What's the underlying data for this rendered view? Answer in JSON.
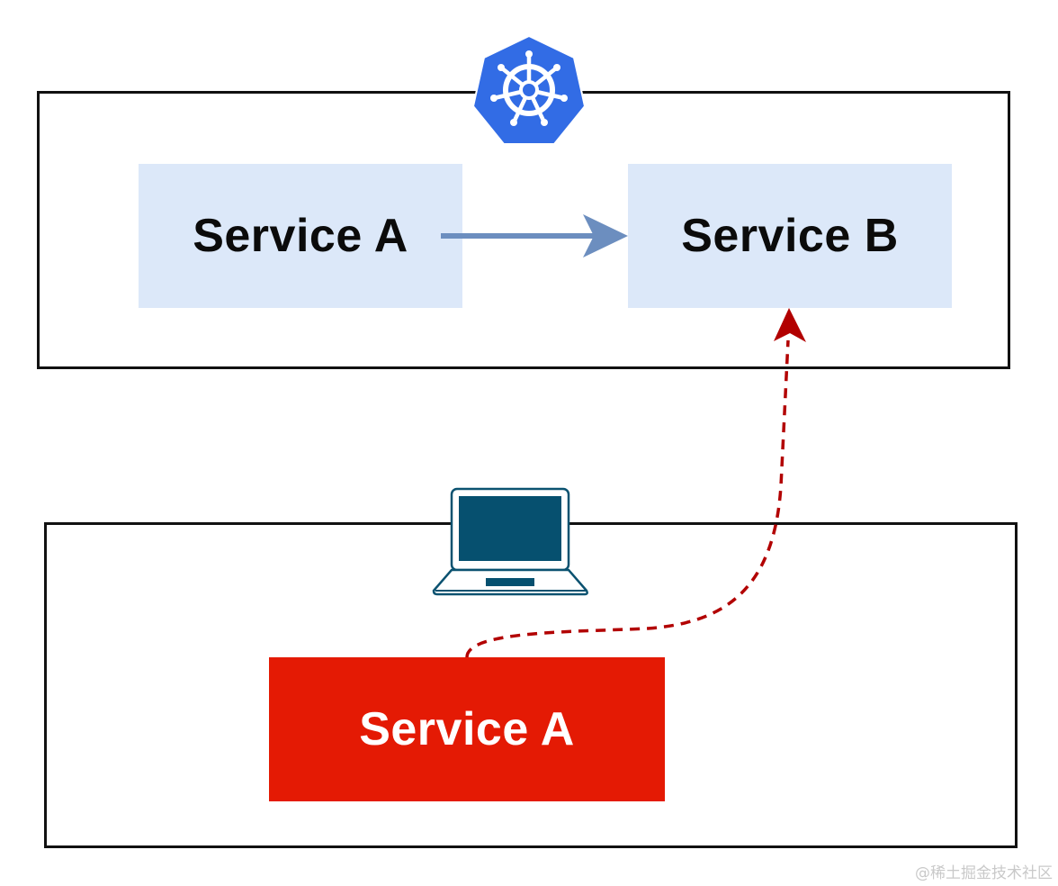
{
  "cluster": {
    "service_a_label": "Service A",
    "service_b_label": "Service B",
    "logo_icon": "kubernetes-helm-icon",
    "logo_color": "#326ce5"
  },
  "local": {
    "service_a_label": "Service A",
    "device_icon": "laptop-icon",
    "device_color": "#06506f"
  },
  "colors": {
    "cluster_service_fill": "#dce8f9",
    "local_service_fill": "#e41a04",
    "arrow_solid": "#6c8ebf",
    "arrow_dashed": "#b20000"
  },
  "watermark": "@稀土掘金技术社区"
}
